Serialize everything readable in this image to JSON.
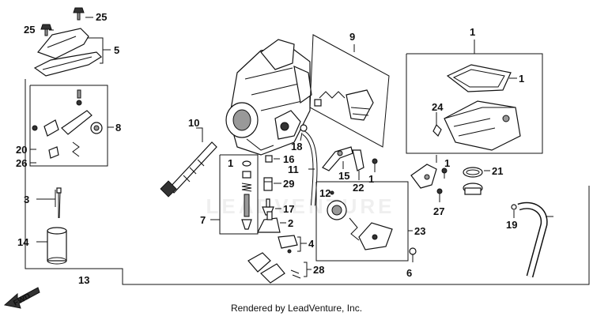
{
  "diagram": {
    "callouts": [
      "25",
      "25",
      "5",
      "8",
      "20",
      "26",
      "3",
      "14",
      "13",
      "10",
      "7",
      "1",
      "16",
      "29",
      "17",
      "2",
      "4",
      "28",
      "18",
      "11",
      "9",
      "15",
      "22",
      "1",
      "12",
      "23",
      "6",
      "1",
      "1",
      "24",
      "1",
      "21",
      "27",
      "19"
    ],
    "fwd_label": "FWD",
    "watermark": "LEADVENTURE",
    "footer": "Rendered by LeadVenture, Inc."
  }
}
